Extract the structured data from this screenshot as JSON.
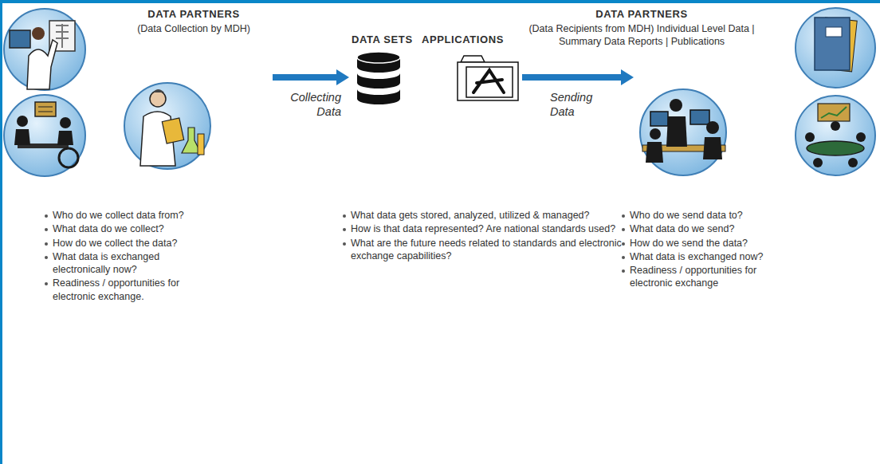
{
  "diagram": {
    "nodes": [
      {
        "text": [
          "DATA PARTNERS",
          "(Data Collection by MDH)"
        ]
      },
      {
        "text": [
          "DATA SETS"
        ]
      },
      {
        "text": [
          "APPLICATIONS"
        ]
      },
      {
        "text": [
          "DATA PARTNERS",
          "(Data Recipients from MDH) Individual Level Data | Summary Data Reports | Publications"
        ]
      }
    ],
    "edges": [
      {
        "from": 0,
        "to": 1,
        "arrow": "to",
        "label": "Collecting Data"
      },
      {
        "from": 2,
        "to": 3,
        "arrow": "to",
        "label": "Sending Data"
      }
    ],
    "labels": [
      "Who do we collect data from?",
      "What data do we collect?",
      "How do we collect the data?",
      "What data is exchanged electronically now?",
      "Readiness / opportunities for electronic exchange.",
      "What data gets stored, analyzed, utilized & managed?",
      "How is that data represented? Are national standards used?",
      "What are the future needs related to standards and electronic exchange capabilities?",
      "Who do we send data to?",
      "What data do we send?",
      "How do we send the data?",
      "What data is exchanged now?",
      "Readiness / opportunities for electronic exchange"
    ]
  }
}
